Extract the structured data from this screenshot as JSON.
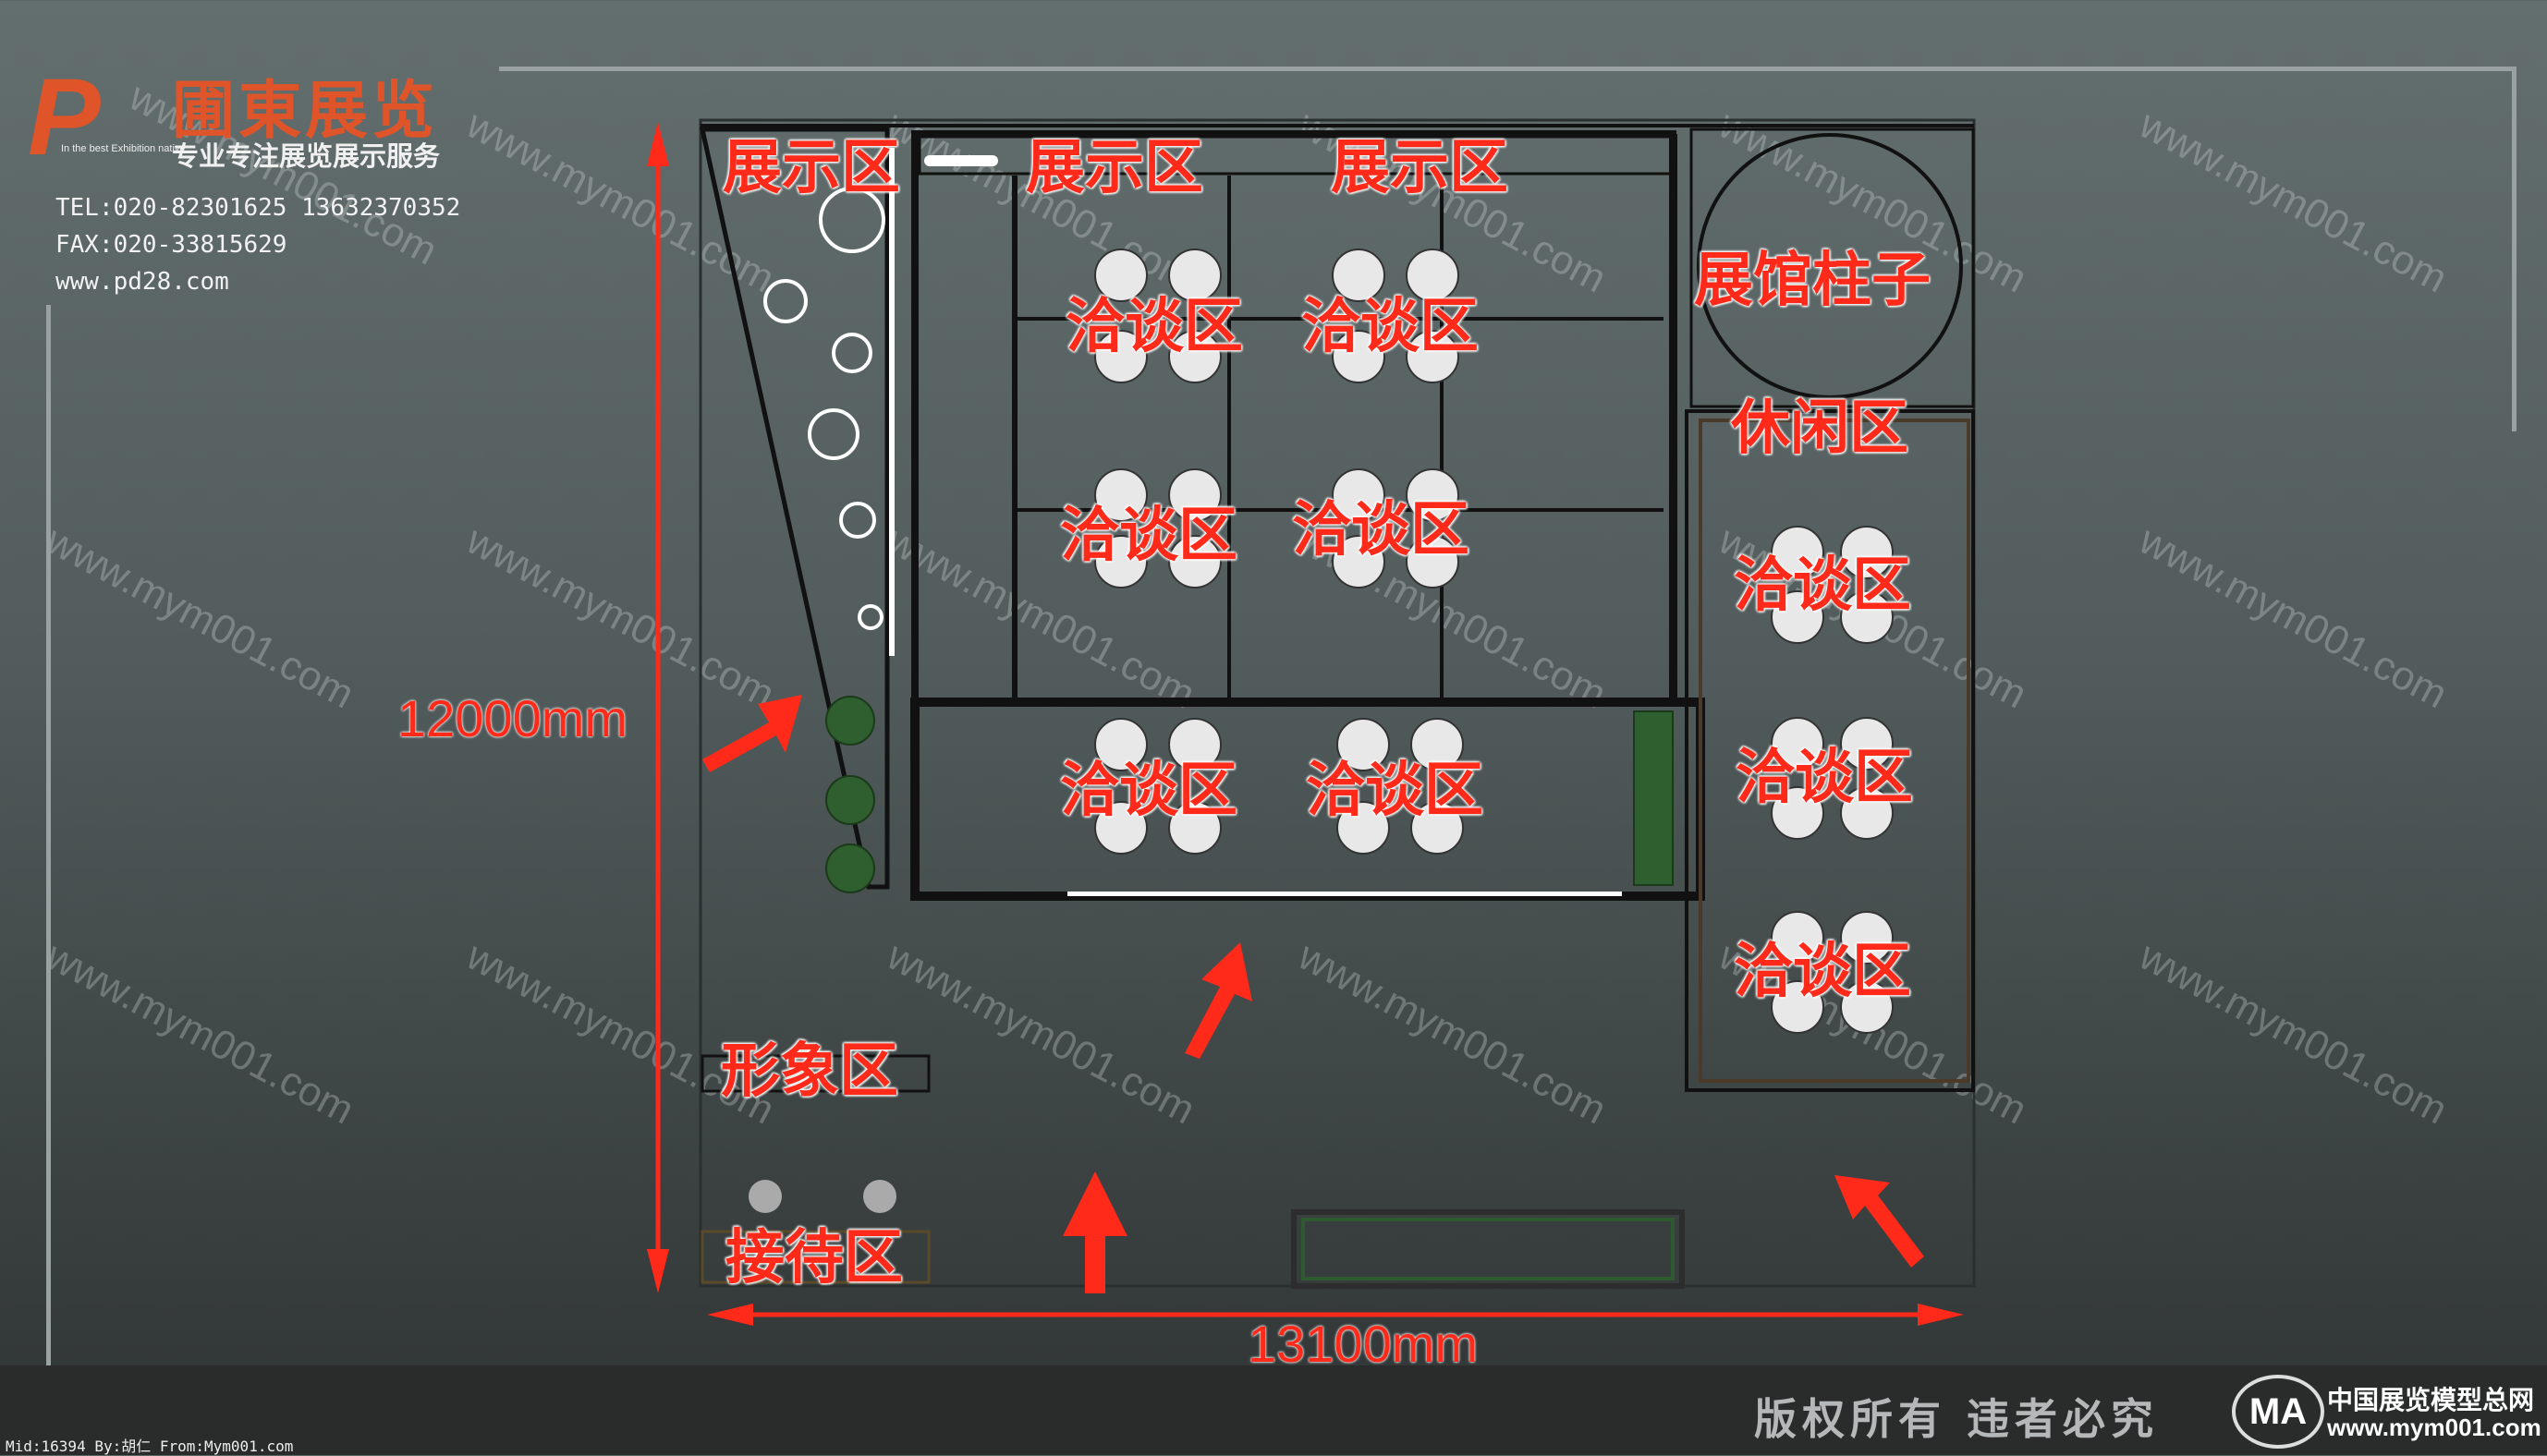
{
  "brand": {
    "logo_letters": "P",
    "logo_sub": "In the best Exhibition native",
    "name": "圃東展览",
    "tagline": "专业专注展览展示服务",
    "tel": "TEL:020-82301625  13632370352",
    "fax": "FAX:020-33815629",
    "web": "www.pd28.com",
    "accent_color": "#e0542a"
  },
  "zones": {
    "display_1": "展示区",
    "display_2": "展示区",
    "display_3": "展示区",
    "pillar": "展馆柱子",
    "lounge": "休闲区",
    "negotiation_a1": "洽谈区",
    "negotiation_a2": "洽谈区",
    "negotiation_b1": "洽谈区",
    "negotiation_b2": "洽谈区",
    "negotiation_c1": "洽谈区",
    "negotiation_c2": "洽谈区",
    "negotiation_r1": "洽谈区",
    "negotiation_r2": "洽谈区",
    "negotiation_r3": "洽谈区",
    "image_area": "形象区",
    "reception": "接待区"
  },
  "dimensions": {
    "height": "12000mm",
    "width": "13100mm"
  },
  "watermark_text": "www.mym001.com",
  "footer": {
    "copyright": "版权所有  违者必究",
    "mid_line": "Mid:16394 By:胡仁 From:Mym001.com",
    "site_logo": "MA",
    "site_name": "中国展览模型总网",
    "site_url": "www.mym001.com"
  },
  "colors": {
    "annotation": "#ff2a1a",
    "background_top": "#636e6e",
    "background_bottom": "#2f3333"
  }
}
